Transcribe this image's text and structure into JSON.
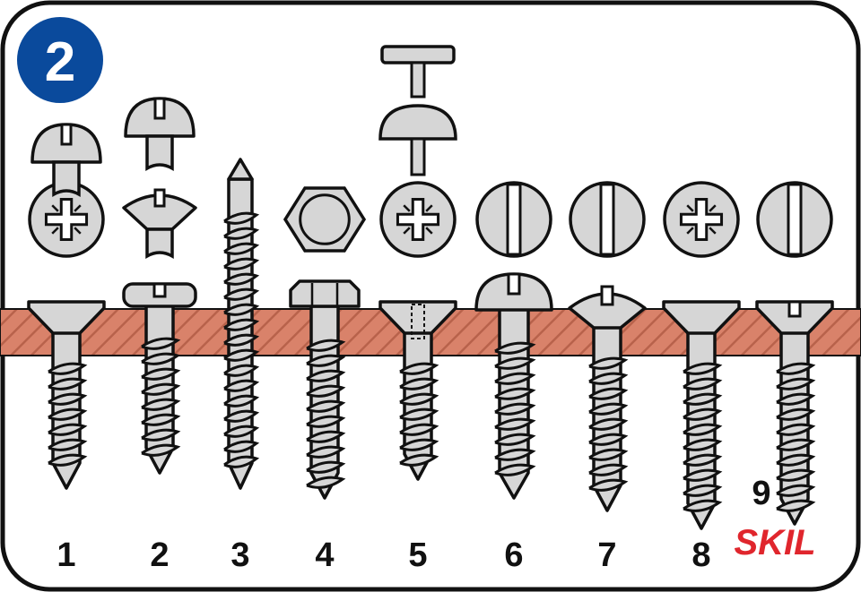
{
  "step_badge": {
    "label": "2",
    "color": "#0a4a9c"
  },
  "colors": {
    "metal": "#d6d6d6",
    "outline": "#111111",
    "wood": "#d9826a",
    "wood_hatch": "#b8624b",
    "logo": "#e0262d"
  },
  "screws": [
    {
      "label": "1",
      "head": "countersunk",
      "top_view": "pozidriv",
      "variants": [
        "round-slot-side"
      ]
    },
    {
      "label": "2",
      "head": "pan",
      "top_view": "none",
      "variants": [
        "round-slot-side",
        "raised-countersunk-slot-side"
      ]
    },
    {
      "label": "3",
      "head": "lag-point",
      "top_view": "none",
      "variants": []
    },
    {
      "label": "4",
      "head": "hex",
      "top_view": "hex",
      "variants": []
    },
    {
      "label": "5",
      "head": "countersunk-hidden",
      "top_view": "pozidriv",
      "variants": [
        "flat-t-head",
        "dome-head"
      ]
    },
    {
      "label": "6",
      "head": "round",
      "top_view": "slot",
      "variants": []
    },
    {
      "label": "7",
      "head": "raised-countersunk",
      "top_view": "slot",
      "variants": []
    },
    {
      "label": "8",
      "head": "countersunk",
      "top_view": "pozidriv",
      "variants": []
    },
    {
      "label": "9",
      "head": "countersunk-slot",
      "top_view": "slot",
      "variants": []
    }
  ],
  "logo": {
    "text": "SKIL"
  }
}
